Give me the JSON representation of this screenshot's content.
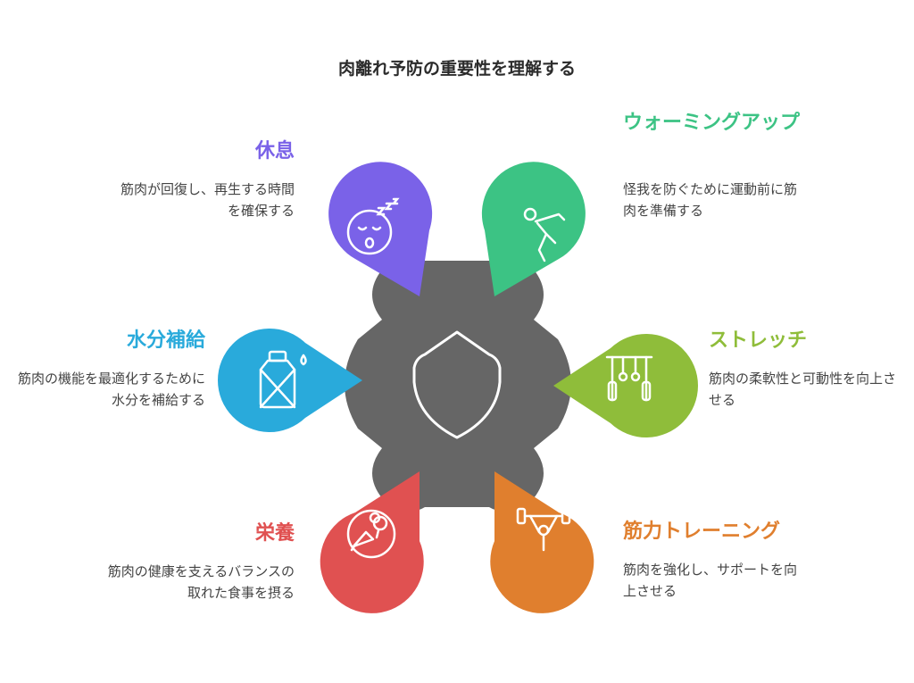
{
  "title": "肉離れ予防の重要性を理解する",
  "center": {
    "icon": "shield-icon",
    "color": "#666666"
  },
  "items": [
    {
      "key": "rest",
      "heading": "休息",
      "description": "筋肉が回復し、再生する時間を確保する",
      "color": "#7a62e8",
      "icon": "sleeping-face-icon"
    },
    {
      "key": "warmup",
      "heading": "ウォーミングアップ",
      "description": "怪我を防ぐために運動前に筋肉を準備する",
      "color": "#3cc384",
      "icon": "stretching-person-icon"
    },
    {
      "key": "hydration",
      "heading": "水分補給",
      "description": "筋肉の機能を最適化するために水分を補給する",
      "color": "#29aadb",
      "icon": "water-bottle-icon"
    },
    {
      "key": "stretch",
      "heading": "ストレッチ",
      "description": "筋肉の柔軟性と可動性を向上させる",
      "color": "#8fbd3a",
      "icon": "gymnastic-rings-icon"
    },
    {
      "key": "nutrition",
      "heading": "栄養",
      "description": "筋肉の健康を支えるバランスの取れた食事を摂る",
      "color": "#e05151",
      "icon": "vegetables-icon"
    },
    {
      "key": "strength",
      "heading": "筋力トレーニング",
      "description": "筋肉を強化し、サポートを向上させる",
      "color": "#e07f2e",
      "icon": "weightlifting-icon"
    }
  ]
}
